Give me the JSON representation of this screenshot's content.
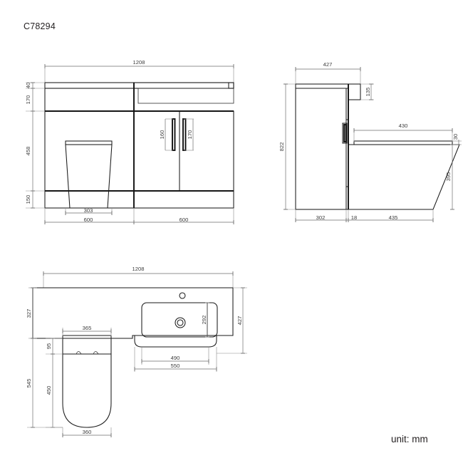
{
  "sheet": {
    "title": "C78294",
    "unit_note": "unit: mm",
    "background_color": "#ffffff",
    "line_color": "#1a1a1a",
    "dimension_color": "#6e6e6e"
  },
  "views": {
    "front_elevation": {
      "name": "front-elevation",
      "dimensions": {
        "overall_width": "1208",
        "top_trim_height": "40",
        "drawer_height": "170",
        "door_height": "458",
        "plinth_height": "150",
        "toilet_width": "303",
        "left_module_width": "600",
        "right_module_width": "600",
        "handle_left": "160",
        "handle_right": "170"
      }
    },
    "side_elevation": {
      "name": "side-elevation",
      "dimensions": {
        "top_depth": "427",
        "overall_height": "822",
        "upper_return": "135",
        "seat_depth": "430",
        "seat_thickness": "30",
        "pan_height": "395",
        "cabinet_depth": "302",
        "gap": "18",
        "pan_depth": "435"
      }
    },
    "plan": {
      "name": "plan-view",
      "dimensions": {
        "overall_width": "1208",
        "left_depth": "327",
        "right_depth": "427",
        "seat_width": "365",
        "cistern_offset": "95",
        "toilet_total_depth": "545",
        "seat_length": "450",
        "pan_width": "360",
        "basin_depth": "292",
        "basin_inner_width": "490",
        "basin_outer_width": "550"
      }
    }
  }
}
